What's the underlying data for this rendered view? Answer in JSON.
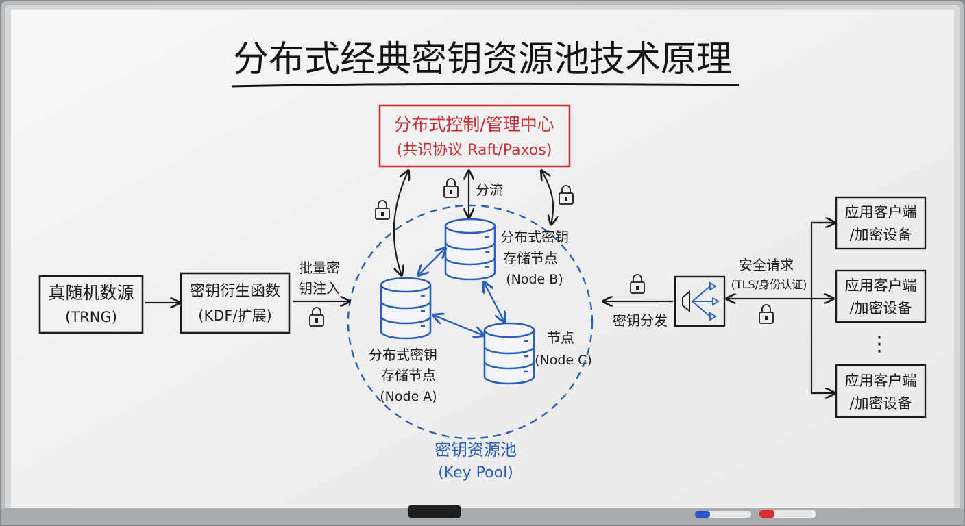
{
  "title": "分布式经典密钥资源池技术原理",
  "control_center": {
    "line1": "分布式控制/管理中心",
    "line2": "(共识协议 Raft/Paxos)"
  },
  "shunt_label": "分流",
  "trng": {
    "line1": "真随机数源",
    "line2": "(TRNG)"
  },
  "kdf": {
    "line1": "密钥衍生函数",
    "line2": "(KDF/扩展)"
  },
  "batch_inject": {
    "line1": "批量密",
    "line2": "钥注入"
  },
  "node_a": {
    "line1": "分布式密钥",
    "line2": "存储节点",
    "line3": "(Node A)"
  },
  "node_b": {
    "line1": "分布式密钥",
    "line2": "存储节点",
    "line3": "(Node B)"
  },
  "node_c": {
    "line1": "节点",
    "line2": "(Node C)"
  },
  "pool": {
    "line1": "密钥资源池",
    "line2": "(Key Pool)"
  },
  "key_distribution": "密钥分发",
  "secure_request": {
    "line1": "安全请求",
    "line2": "(TLS/身份认证)"
  },
  "clients": [
    {
      "line1": "应用客户端",
      "line2": "/加密设备"
    },
    {
      "line1": "应用客户端",
      "line2": "/加密设备"
    },
    {
      "line1": "应用客户端",
      "line2": "/加密设备"
    }
  ],
  "ellipsis": "⋮",
  "colors": {
    "ink": "#1c1c1c",
    "red": "#c8323a",
    "blue": "#2b5fb8",
    "board": "#f4f5f4"
  }
}
